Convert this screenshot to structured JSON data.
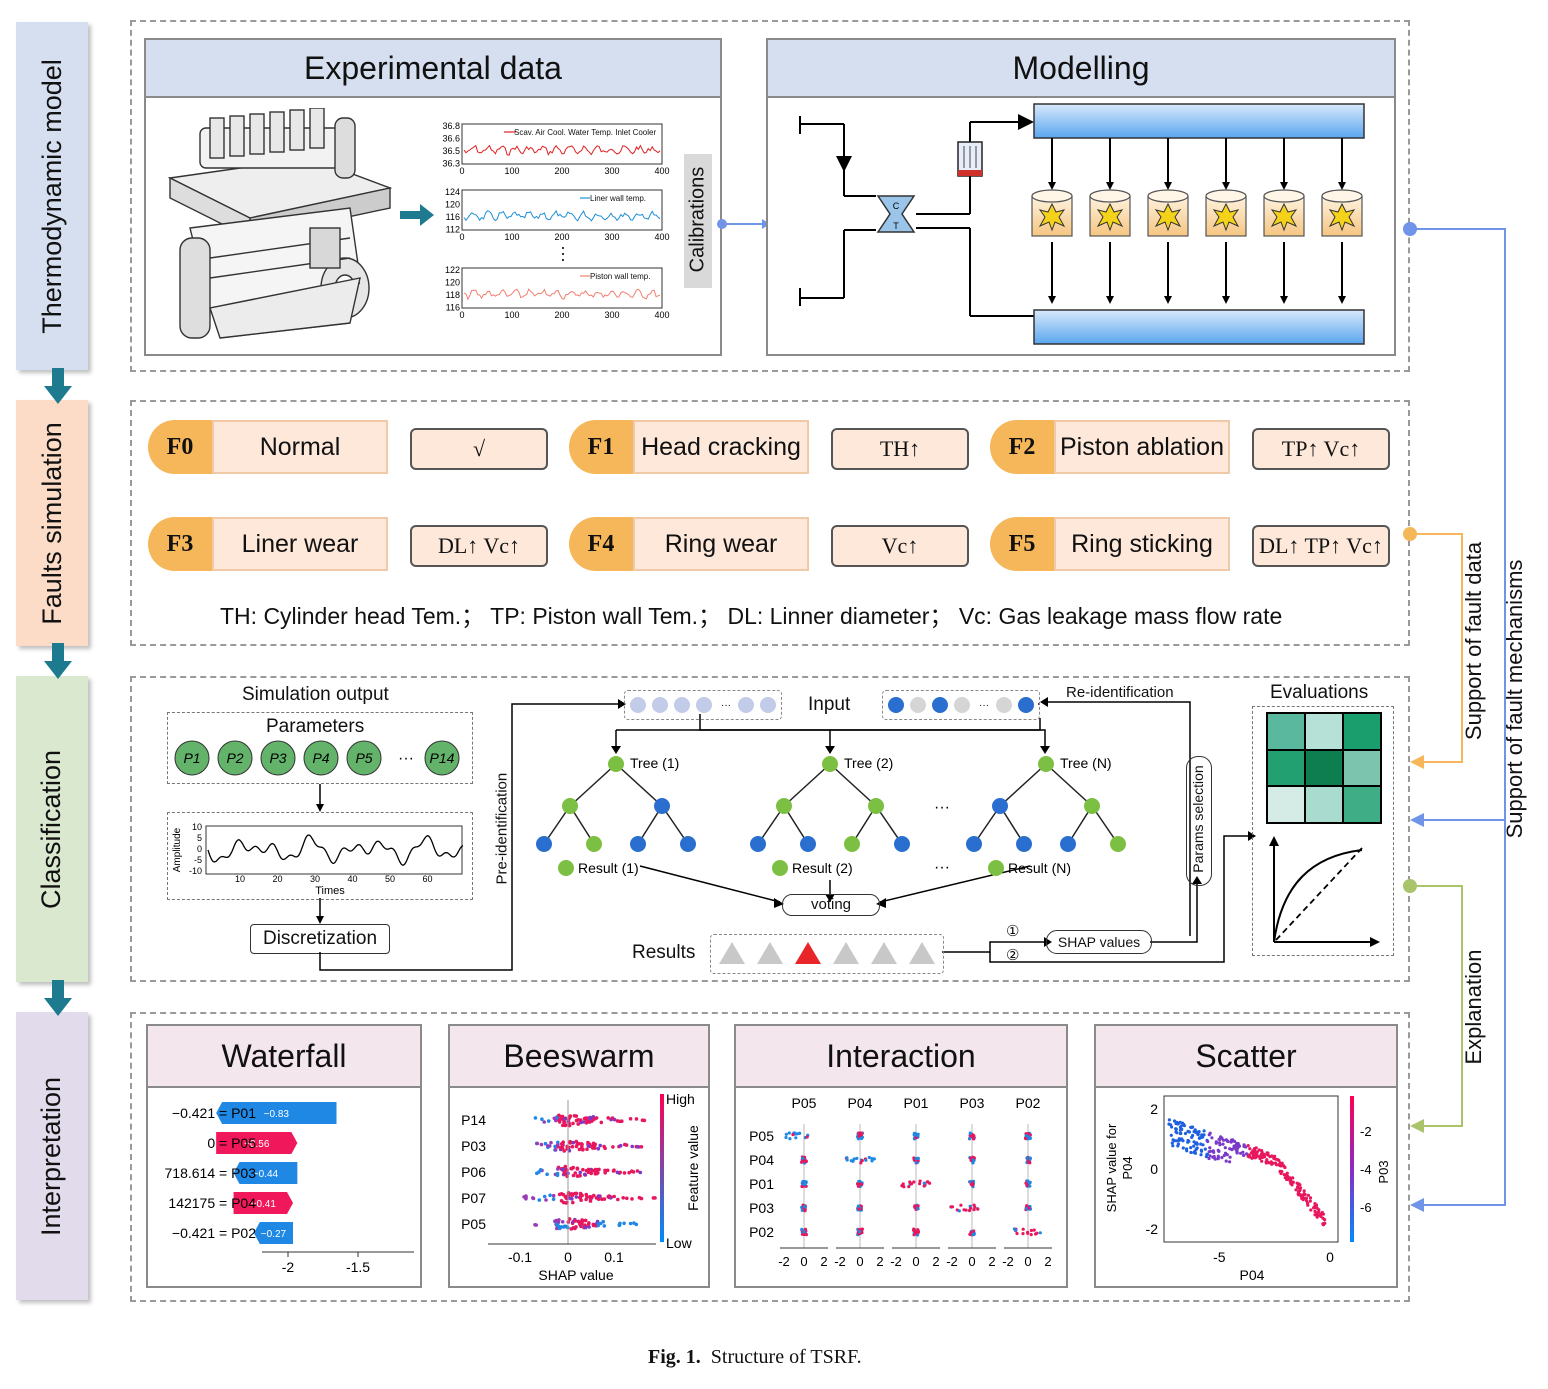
{
  "stages": {
    "thermo": "Thermodynamic model",
    "faults": "Faults simulation",
    "classification": "Classification",
    "interpretation": "Interpretation"
  },
  "thermo": {
    "experimental_title": "Experimental data",
    "modelling_title": "Modelling",
    "calibrations": "Calibrations",
    "plot1": {
      "legend": "Scav. Air Cool. Water Temp. Inlet Cooler",
      "yticks": [
        "36.8",
        "36.6",
        "36.5",
        "36.3"
      ],
      "xticks": [
        "0",
        "100",
        "200",
        "300",
        "400"
      ]
    },
    "plot2": {
      "legend": "Liner wall temp.",
      "yticks": [
        "124",
        "120",
        "116",
        "112"
      ],
      "xticks": [
        "0",
        "100",
        "200",
        "300",
        "400"
      ]
    },
    "plot3": {
      "legend": "Piston wall temp.",
      "yticks": [
        "122",
        "120",
        "118",
        "116"
      ],
      "xticks": [
        "0",
        "100",
        "200",
        "300",
        "400"
      ]
    },
    "turbo_c": "C",
    "turbo_t": "T"
  },
  "faults": {
    "items": [
      {
        "code": "F0",
        "name": "Normal",
        "effect": "√"
      },
      {
        "code": "F1",
        "name": "Head cracking",
        "effect": "TH↑"
      },
      {
        "code": "F2",
        "name": "Piston ablation",
        "effect": "TP↑   Vc↑"
      },
      {
        "code": "F3",
        "name": "Liner wear",
        "effect": "DL↑  Vc↑"
      },
      {
        "code": "F4",
        "name": "Ring wear",
        "effect": "Vc↑"
      },
      {
        "code": "F5",
        "name": "Ring sticking",
        "effect": "DL↑ TP↑ Vc↑"
      }
    ],
    "legend": "TH: Cylinder head Tem.；  TP: Piston wall Tem.；  DL: Linner diameter；  Vc: Gas leakage mass flow rate"
  },
  "classification": {
    "sim_output": "Simulation output",
    "parameters": "Parameters",
    "params": [
      "P1",
      "P2",
      "P3",
      "P4",
      "P5",
      "P14"
    ],
    "ellipsis": "···",
    "amp_label": "Amplitude",
    "times_label": "Times",
    "amp_yticks": [
      "10",
      "5",
      "0",
      "-5",
      "-10"
    ],
    "amp_xticks": [
      "10",
      "20",
      "30",
      "40",
      "50",
      "60"
    ],
    "discretization": "Discretization",
    "pre_identification": "Pre-identification",
    "input": "Input",
    "re_identification": "Re-identification",
    "trees": [
      "Tree (1)",
      "Tree (2)",
      "Tree (N)"
    ],
    "results_per_tree": [
      "Result (1)",
      "Result (2)",
      "Result (N)"
    ],
    "voting": "voting",
    "results": "Results",
    "circle1": "①",
    "circle2": "②",
    "shap_values": "SHAP values",
    "params_selection": "Params selection",
    "evaluations": "Evaluations",
    "heatmap_colors": [
      "#5ab89e",
      "#b6e1d6",
      "#1b9e6e",
      "#23a072",
      "#0e7d4f",
      "#7cc4ad",
      "#d5ece6",
      "#a9dbcf",
      "#3fae87"
    ]
  },
  "interpretation": {
    "waterfall": {
      "title": "Waterfall",
      "rows": [
        {
          "label": "−0.421 = P01",
          "value": "−0.83",
          "sign": "neg"
        },
        {
          "label": "0 = P05",
          "value": "+0.56",
          "sign": "pos"
        },
        {
          "label": "718.614 = P03",
          "value": "−0.44",
          "sign": "neg"
        },
        {
          "label": "142175 = P04",
          "value": "+0.41",
          "sign": "pos"
        },
        {
          "label": "−0.421 = P02",
          "value": "−0.27",
          "sign": "neg"
        }
      ],
      "xticks": [
        "-2",
        "-1.5"
      ]
    },
    "beeswarm": {
      "title": "Beeswarm",
      "features": [
        "P14",
        "P03",
        "P06",
        "P07",
        "P05"
      ],
      "xlabel": "SHAP value",
      "xticks": [
        "-0.1",
        "0",
        "0.1"
      ],
      "high": "High",
      "low": "Low",
      "feature_value": "Feature value"
    },
    "interaction": {
      "title": "Interaction",
      "cols": [
        "P05",
        "P04",
        "P01",
        "P03",
        "P02"
      ],
      "rows": [
        "P05",
        "P04",
        "P01",
        "P03",
        "P02"
      ],
      "xticks": [
        "-2",
        "0",
        "2"
      ]
    },
    "scatter": {
      "title": "Scatter",
      "xlabel": "P04",
      "ylabel": "SHAP value for\nP04",
      "colorlabel": "P03",
      "xticks": [
        "-5",
        "0"
      ],
      "yticks": [
        "2",
        "0",
        "-2"
      ],
      "cticks": [
        "-2",
        "-4",
        "-6"
      ]
    }
  },
  "side": {
    "fault_data": "Support of fault data",
    "fault_mechanisms": "Support of fault mechanisms",
    "explanation": "Explanation"
  },
  "caption": {
    "prefix": "Fig. 1.",
    "text": "Structure of TSRF."
  },
  "colors": {
    "blue": "#6f94e8",
    "orange": "#f6b75a",
    "green": "#a9c46a",
    "teal": "#1d7a8f"
  }
}
